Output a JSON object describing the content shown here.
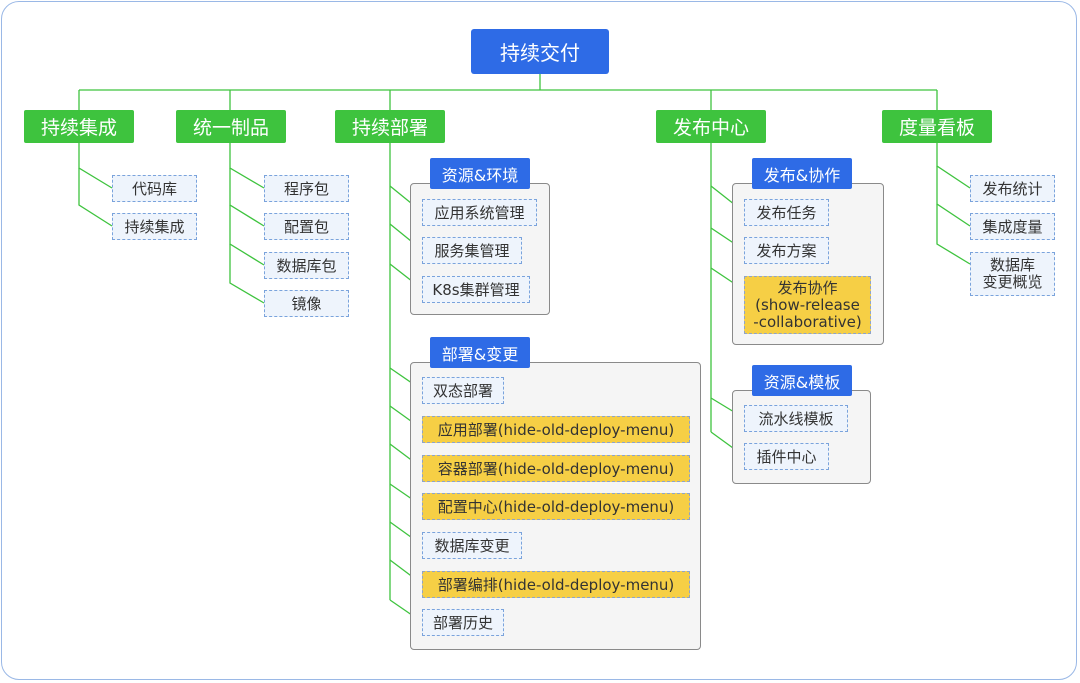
{
  "root": "持续交付",
  "categories": {
    "ci": "持续集成",
    "artifact": "统一制品",
    "deploy": "持续部署",
    "release": "发布中心",
    "metrics": "度量看板"
  },
  "ci_items": [
    "代码库",
    "持续集成"
  ],
  "artifact_items": [
    "程序包",
    "配置包",
    "数据库包",
    "镜像"
  ],
  "groups": {
    "env": {
      "title": "资源&环境",
      "items": [
        "应用系统管理",
        "服务集管理",
        "K8s集群管理"
      ]
    },
    "change": {
      "title": "部署&变更",
      "items": [
        "双态部署",
        "应用部署(hide-old-deploy-menu)",
        "容器部署(hide-old-deploy-menu)",
        "配置中心(hide-old-deploy-menu)",
        "数据库变更",
        "部署编排(hide-old-deploy-menu)",
        "部署历史"
      ]
    },
    "collab": {
      "title": "发布&协作",
      "items": [
        "发布任务",
        "发布方案",
        "发布协作"
      ],
      "collab_sub": "(show-release",
      "collab_sub2": "-collaborative)"
    },
    "tmpl": {
      "title": "资源&模板",
      "items": [
        "流水线模板",
        "插件中心"
      ]
    }
  },
  "metrics_items": [
    "发布统计",
    "集成度量",
    "数据库",
    "变更概览"
  ],
  "colors": {
    "root": "#2e6be6",
    "category": "#3ec33e",
    "line": "#3ec33e",
    "highlight": "#f6cf45",
    "leaf": "#eef4fc"
  }
}
